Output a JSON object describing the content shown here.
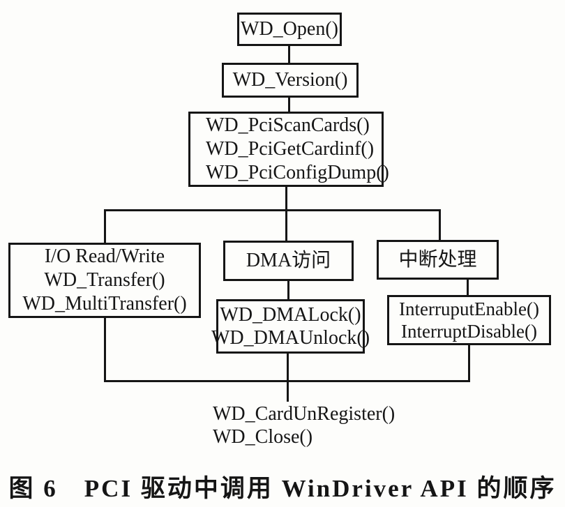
{
  "diagram": {
    "nodes": {
      "open": {
        "label": "WD_Open()"
      },
      "version": {
        "label": "WD_Version()"
      },
      "pci": {
        "lines": [
          "WD_PciScanCards()",
          "WD_PciGetCardinf()",
          "WD_PciConfigDump()"
        ]
      },
      "io": {
        "lines": [
          "I/O Read/Write",
          "WD_Transfer()",
          "WD_MultiTransfer()"
        ]
      },
      "dma_header": {
        "label": "DMA访问"
      },
      "int_header": {
        "label": "中断处理"
      },
      "dma_funcs": {
        "lines": [
          "WD_DMALock()",
          "WD_DMAUnlock()"
        ]
      },
      "int_funcs": {
        "lines": [
          "InterruputEnable()",
          "InterruptDisable()"
        ]
      },
      "finish": {
        "lines": [
          "WD_CardUnRegister()",
          "WD_Close()"
        ]
      }
    },
    "caption": "图 6　PCI 驱动中调用 WinDriver API 的顺序",
    "colors": {
      "ink": "#151515",
      "paper": "#fdfdfb"
    }
  }
}
